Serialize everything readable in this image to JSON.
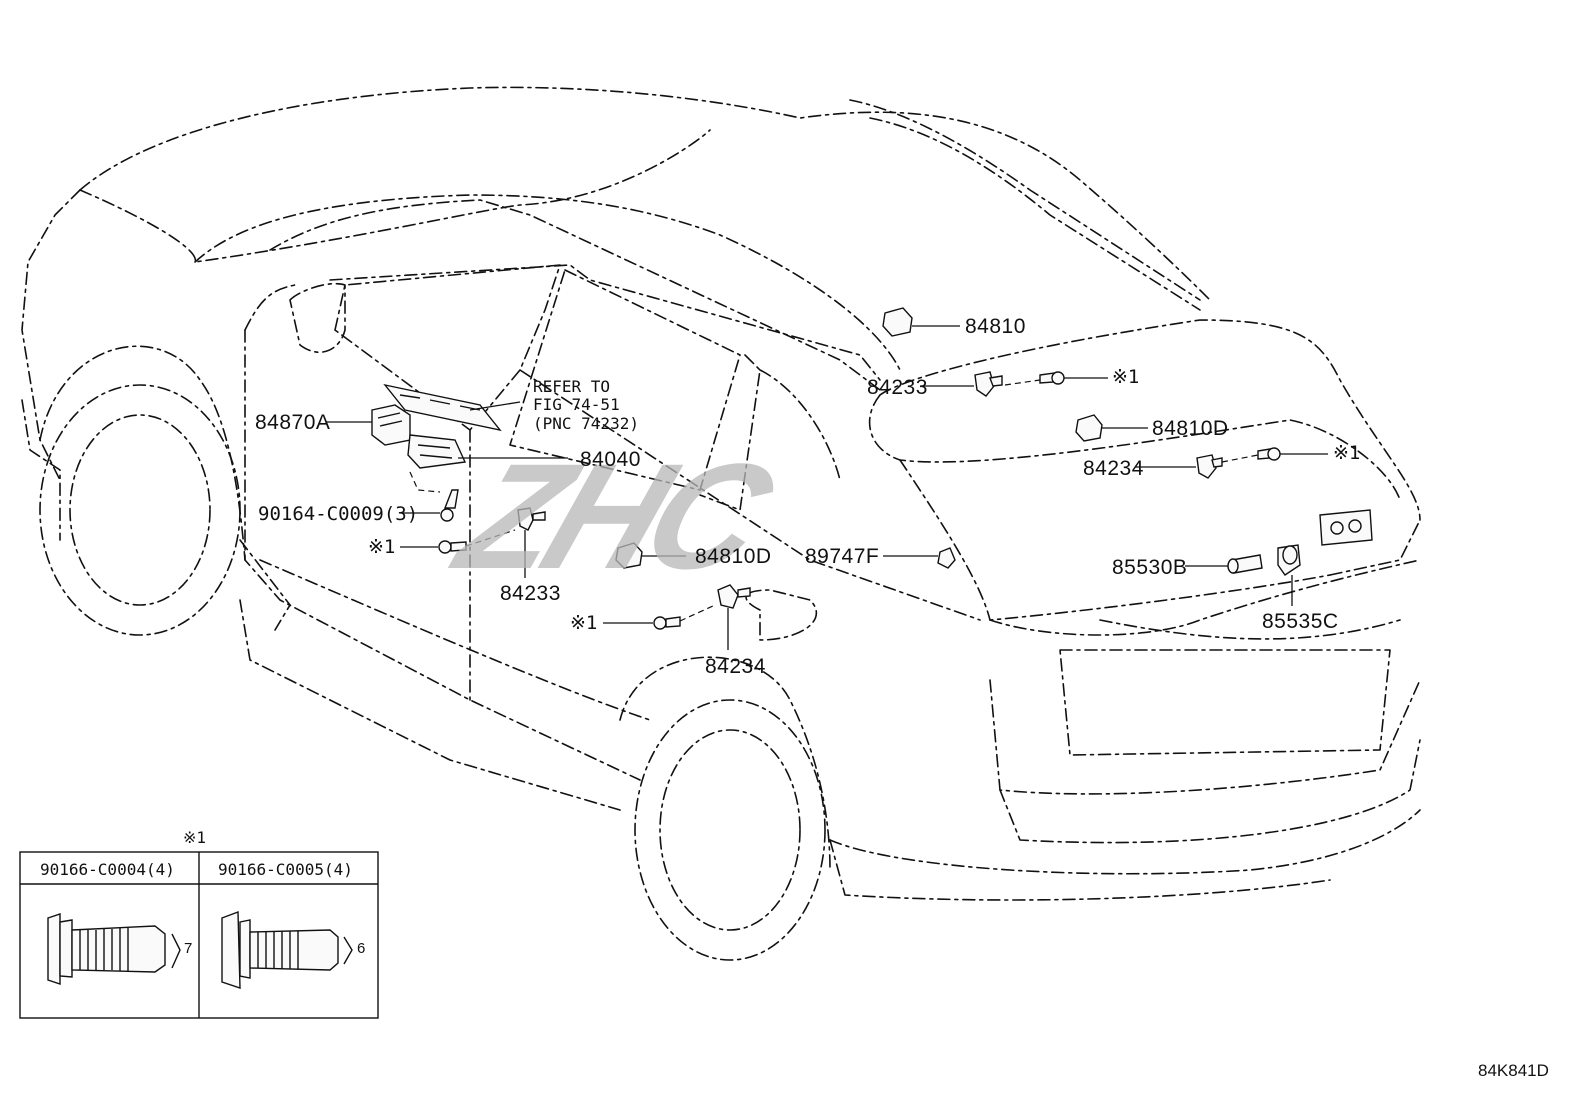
{
  "diagram": {
    "id_code": "84K841D",
    "watermark": "ZHC",
    "callouts": {
      "p84870A": "84870A",
      "p84040": "84040",
      "refer": "REFER TO\nFIG 74-51\n(PNC 74232)",
      "p90164": "90164-C0009(3)",
      "mark1_left": "※1",
      "p84233_left": "84233",
      "p84810D_mid": "84810D",
      "mark1_mid": "※1",
      "p84234_mid": "84234",
      "p89747F": "89747F",
      "p84810": "84810",
      "p84233_right": "84233",
      "mark1_top": "※1",
      "p84810D_right": "84810D",
      "p84234_right": "84234",
      "mark1_right": "※1",
      "p85530B": "85530B",
      "p85535C": "85535C"
    },
    "legend": {
      "mark": "※1",
      "left_header": "90166-C0004(4)",
      "right_header": "90166-C0005(4)",
      "left_dim": "7",
      "right_dim": "6"
    }
  }
}
